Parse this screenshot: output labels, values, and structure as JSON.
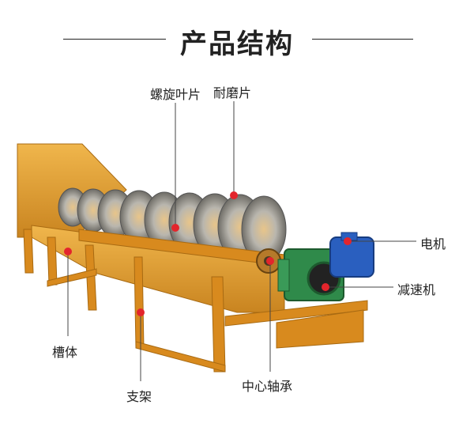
{
  "title": "产品结构",
  "labels": {
    "spiral_blade": "螺旋叶片",
    "wear_plate": "耐磨片",
    "motor": "电机",
    "reducer": "减速机",
    "trough": "槽体",
    "support": "支架",
    "center_bearing": "中心轴承"
  },
  "colors": {
    "trough": "#e0a33a",
    "frame": "#d88a1e",
    "blade": "#8a8a86",
    "reducer": "#2f8a4a",
    "motor": "#2a5fbf",
    "marker": "#e3252c",
    "leader": "#444444"
  }
}
